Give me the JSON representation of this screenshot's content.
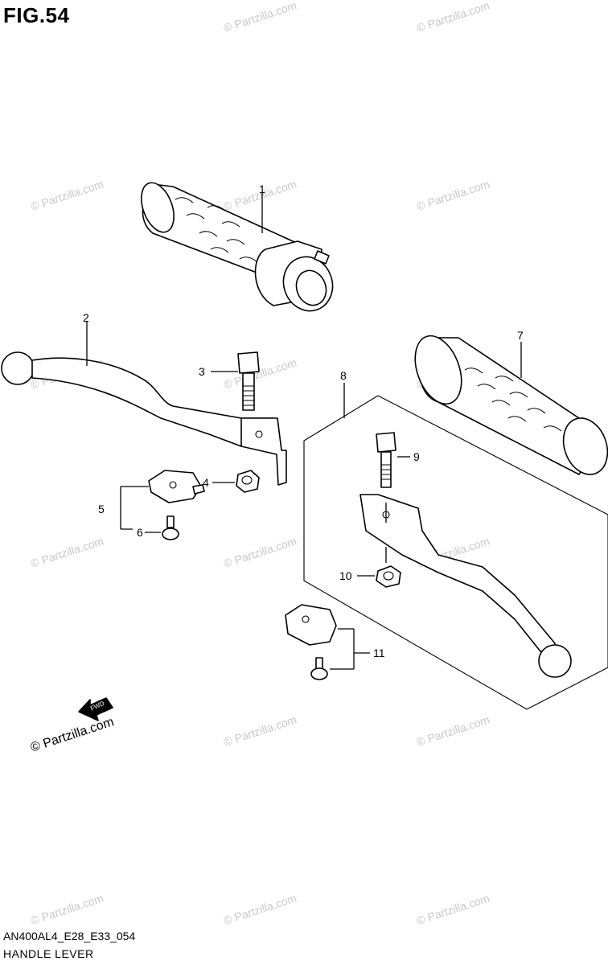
{
  "figure": {
    "title": "FIG.54"
  },
  "footer": {
    "code": "AN400AL4_E28_E33_054",
    "caption": "HANDLE LEVER"
  },
  "watermark": {
    "text": "© Partzilla.com"
  },
  "copyright": {
    "text": "© Partzilla.com"
  },
  "fwd_label": "FWD",
  "callouts": [
    "1",
    "2",
    "3",
    "4",
    "5",
    "6",
    "7",
    "8",
    "9",
    "10",
    "11"
  ]
}
